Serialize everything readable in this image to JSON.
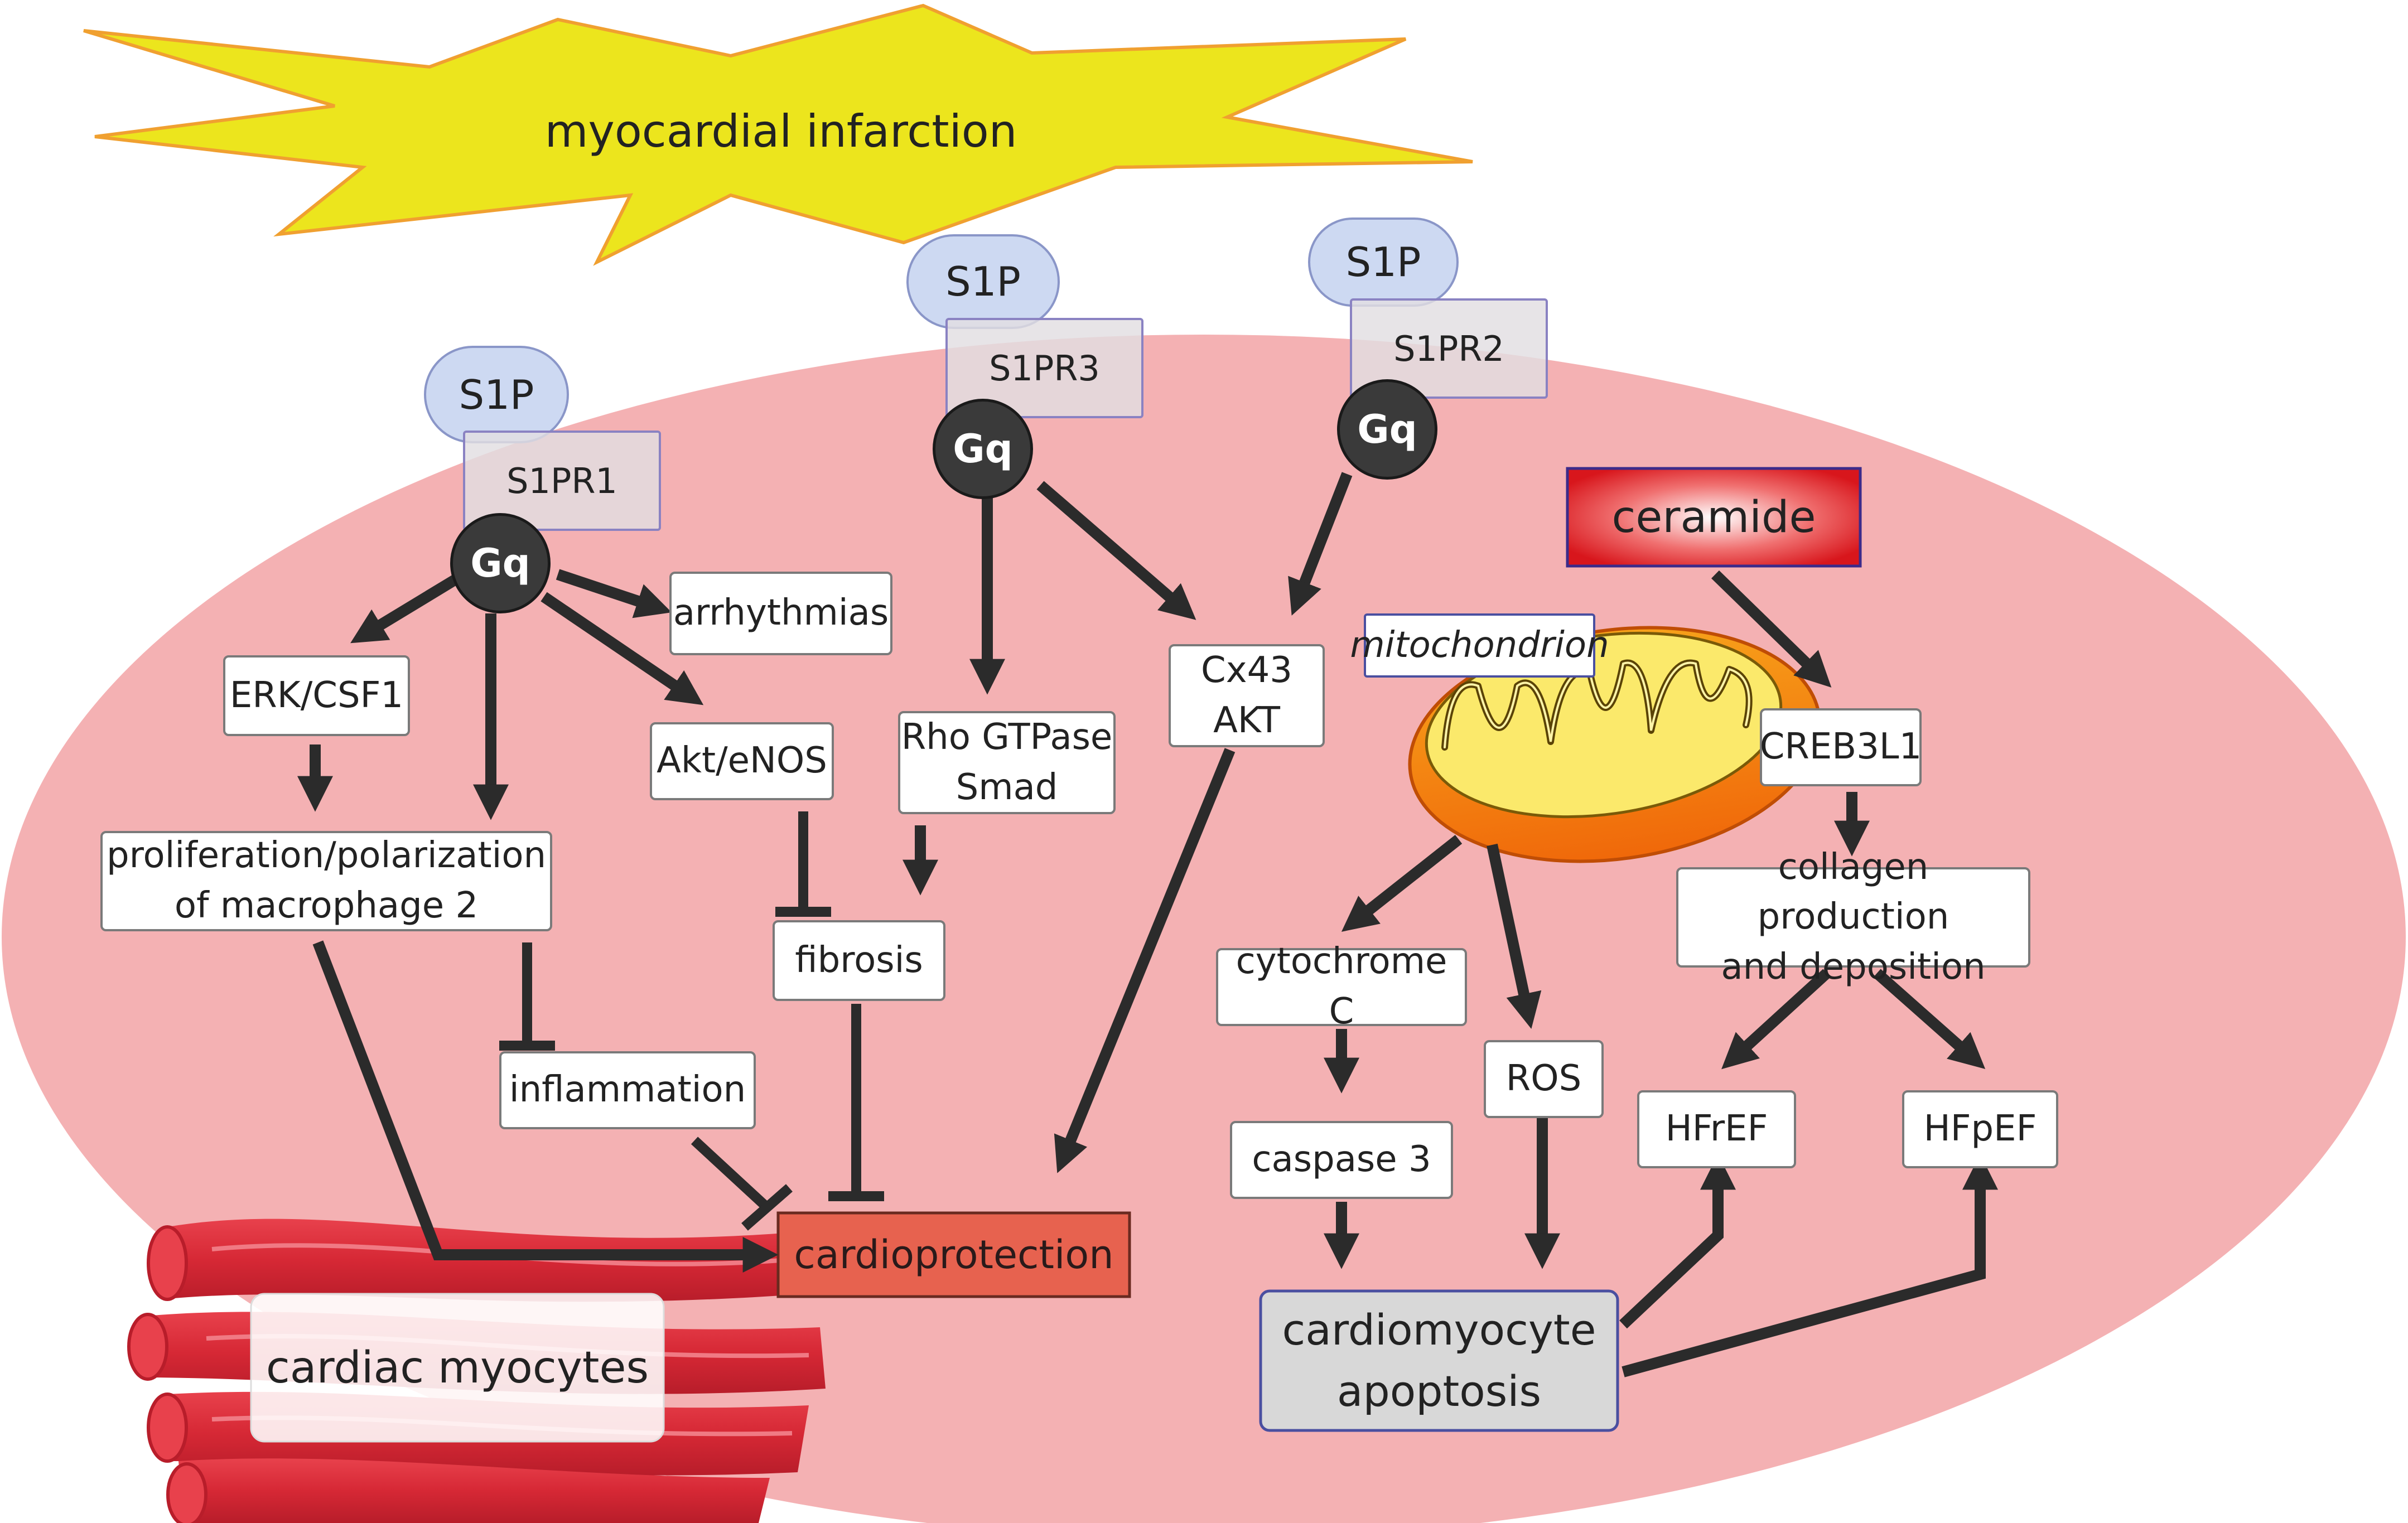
{
  "colors": {
    "cell_fill": "#f4b1b3",
    "arrow": "#2b2b2b",
    "burst_fill": "#ece51d",
    "burst_stroke": "#f0a030",
    "s1p_fill": "#cdd9f2",
    "receptor_fill": "#e2dee2",
    "gq_fill": "#3a3a3a",
    "ceramide_red": "#d8161c",
    "cardioprotection_fill": "#e7624f",
    "apoptosis_fill": "#d8d8d8",
    "mito_outer": "#f07a08",
    "mito_inner": "#fbe96b",
    "muscle_red": "#d62835"
  },
  "labels": {
    "infarction": "myocardial infarction",
    "s1p_1": "S1P",
    "s1p_2": "S1P",
    "s1p_3": "S1P",
    "s1pr1": "S1PR1",
    "s1pr3": "S1PR3",
    "s1pr2": "S1PR2",
    "gq_1": "Gq",
    "gq_2": "Gq",
    "gq_3": "Gq",
    "arrhythmias": "arrhythmias",
    "erk": "ERK/CSF1",
    "akt_enos": "Akt/eNOS",
    "macrophage": "proliferation/polarization\nof macrophage 2",
    "inflammation": "inflammation",
    "fibrosis": "fibrosis",
    "rho": "Rho GTPase\nSmad",
    "cx43": "Cx43\nAKT",
    "cardioprotection": "cardioprotection",
    "myocytes": "cardiac myocytes",
    "ceramide": "ceramide",
    "mitochondrion": "mitochondrion",
    "creb": "CREB3L1",
    "collagen": "collagen production\nand deposition",
    "cytochrome": "cytochrome C",
    "ros": "ROS",
    "caspase": "caspase 3",
    "hfref": "HFrEF",
    "hfpef": "HFpEF",
    "apoptosis": "cardiomyocyte\napoptosis"
  }
}
